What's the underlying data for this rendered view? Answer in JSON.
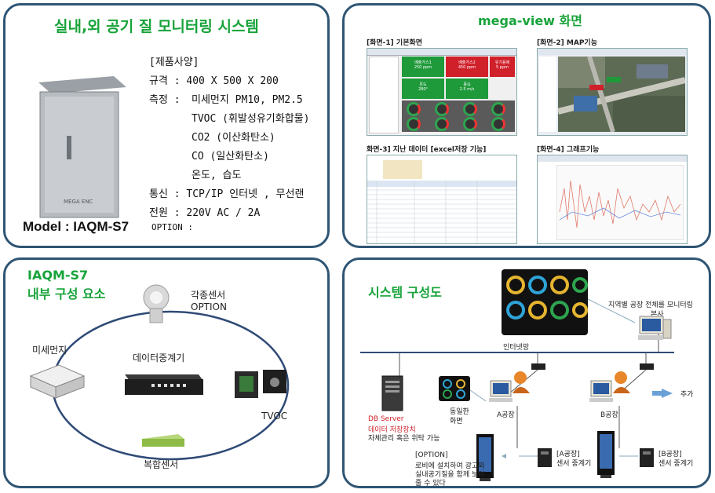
{
  "panel1": {
    "title": "실내,외 공기 질 모니터링 시스템",
    "spec_header": "[제품사양]",
    "spec_size": "규격 : 400 X 500 X 200",
    "spec_measure_label": "측정 :",
    "spec_measure_1": "미세먼지 PM10, PM2.5",
    "spec_measure_2": "TVOC (휘발성유기화합물)",
    "spec_measure_3": "CO2 (이산화탄소)",
    "spec_measure_4": "CO (일산화탄소)",
    "spec_measure_5": "온도, 습도",
    "spec_comm": "통신 : TCP/IP 인터넷 , 무선랜",
    "spec_power": "전원 : 220V AC / 2A",
    "model": "Model : IAQM-S7",
    "option": "OPTION :",
    "cabinet_brand": "MEGA ENC"
  },
  "panel2": {
    "title": "mega-view  화면",
    "cap1": "[화면-1] 기본화면",
    "cap2": "[화면-2] MAP기능",
    "cap3": "화면-3] 지난 데이터 [excel저장 기능]",
    "cap4": "[화면-4] 그래프기능",
    "tiles": [
      {
        "label": "배출가스1",
        "value": "250 ppm",
        "color": "#1f9a3a"
      },
      {
        "label": "배출가스2",
        "value": "450 ppm",
        "color": "#d0202a"
      },
      {
        "label": "유기용제",
        "value": "5 ppm",
        "color": "#d0202a"
      },
      {
        "label": "온도",
        "value": "280°",
        "color": "#1f9a3a"
      },
      {
        "label": "풍속",
        "value": "2.5 m/s",
        "color": "#1f9a3a"
      }
    ]
  },
  "panel3": {
    "title_1": "IAQM-S7",
    "title_2": "내부 구성 요소",
    "sensors_label": "각종센서",
    "option_label": "OPTION",
    "dust_label": "미세먼지",
    "relay_label": "데이터중계기",
    "tvoc_label": "TVOC",
    "complex_label": "복합센서"
  },
  "panel4": {
    "title": "시스템 구성도",
    "hq_note": "지역별 공장 전체를 모니터링",
    "hq_label": "본사",
    "internet_label": "인터넷망",
    "db_server": "DB Server",
    "db_storage": "데이터 저장장치",
    "db_note": "자체관리 혹은 위탁 가능",
    "same_screen_1": "동일한",
    "same_screen_2": "화면",
    "factory_a": "A공장",
    "factory_b": "B공장",
    "add_label": "추가",
    "option_title": "[OPTION]",
    "option_note_1": "로비에 설치하여 광고와",
    "option_note_2": "실내공기질을 함께 보여",
    "option_note_3": "줄 수 있다",
    "relay_a_1": "[A공장]",
    "relay_a_2": "센서 중계기",
    "relay_b_1": "[B공장]",
    "relay_b_2": "센서 중계기"
  }
}
